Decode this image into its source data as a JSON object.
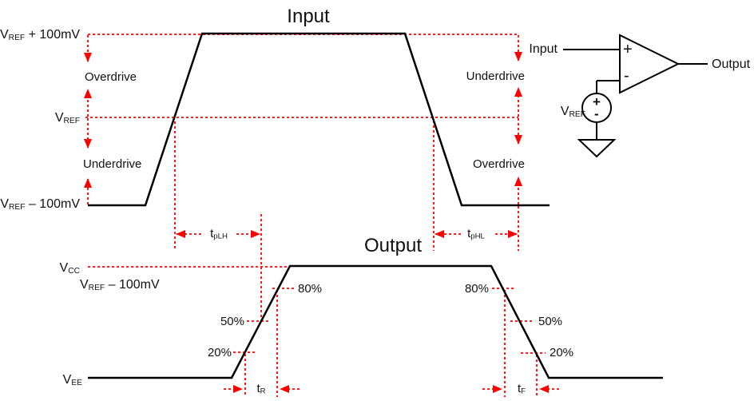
{
  "titles": {
    "input": "Input",
    "output": "Output"
  },
  "colors": {
    "annotation_red": "#ff0000",
    "waveform_black": "#000000",
    "text": "#111111"
  },
  "input_section": {
    "levels": {
      "vref_plus": {
        "base": "V",
        "sub": "REF",
        "rest": " + 100mV"
      },
      "vref": {
        "base": "V",
        "sub": "REF",
        "rest": ""
      },
      "vref_minus": {
        "base": "V",
        "sub": "REF",
        "rest": " – 100mV"
      }
    },
    "drives": {
      "overdrive_left": "Overdrive",
      "underdrive_left": "Underdrive",
      "underdrive_right": "Underdrive",
      "overdrive_right": "Overdrive"
    },
    "propagation": {
      "tplh": {
        "base": "t",
        "sub": "pLH"
      },
      "tphl": {
        "base": "t",
        "sub": "pHL"
      }
    }
  },
  "output_section": {
    "levels": {
      "vcc": {
        "base": "V",
        "sub": "CC",
        "rest": ""
      },
      "vref_minus": {
        "base": "V",
        "sub": "REF",
        "rest": " – 100mV"
      },
      "vee": {
        "base": "V",
        "sub": "EE",
        "rest": ""
      }
    },
    "thresholds": {
      "rise_80": "80%",
      "rise_50": "50%",
      "rise_20": "20%",
      "fall_80": "80%",
      "fall_50": "50%",
      "fall_20": "20%"
    },
    "transition": {
      "tr": {
        "base": "t",
        "sub": "R"
      },
      "tf": {
        "base": "t",
        "sub": "F"
      }
    }
  },
  "schematic": {
    "input_label": "Input",
    "output_label": "Output",
    "vref_label": {
      "base": "V",
      "sub": "REF"
    },
    "noninverting_sign": "+",
    "inverting_sign": "-",
    "source_plus_sign": "+",
    "source_minus_sign": "-"
  }
}
